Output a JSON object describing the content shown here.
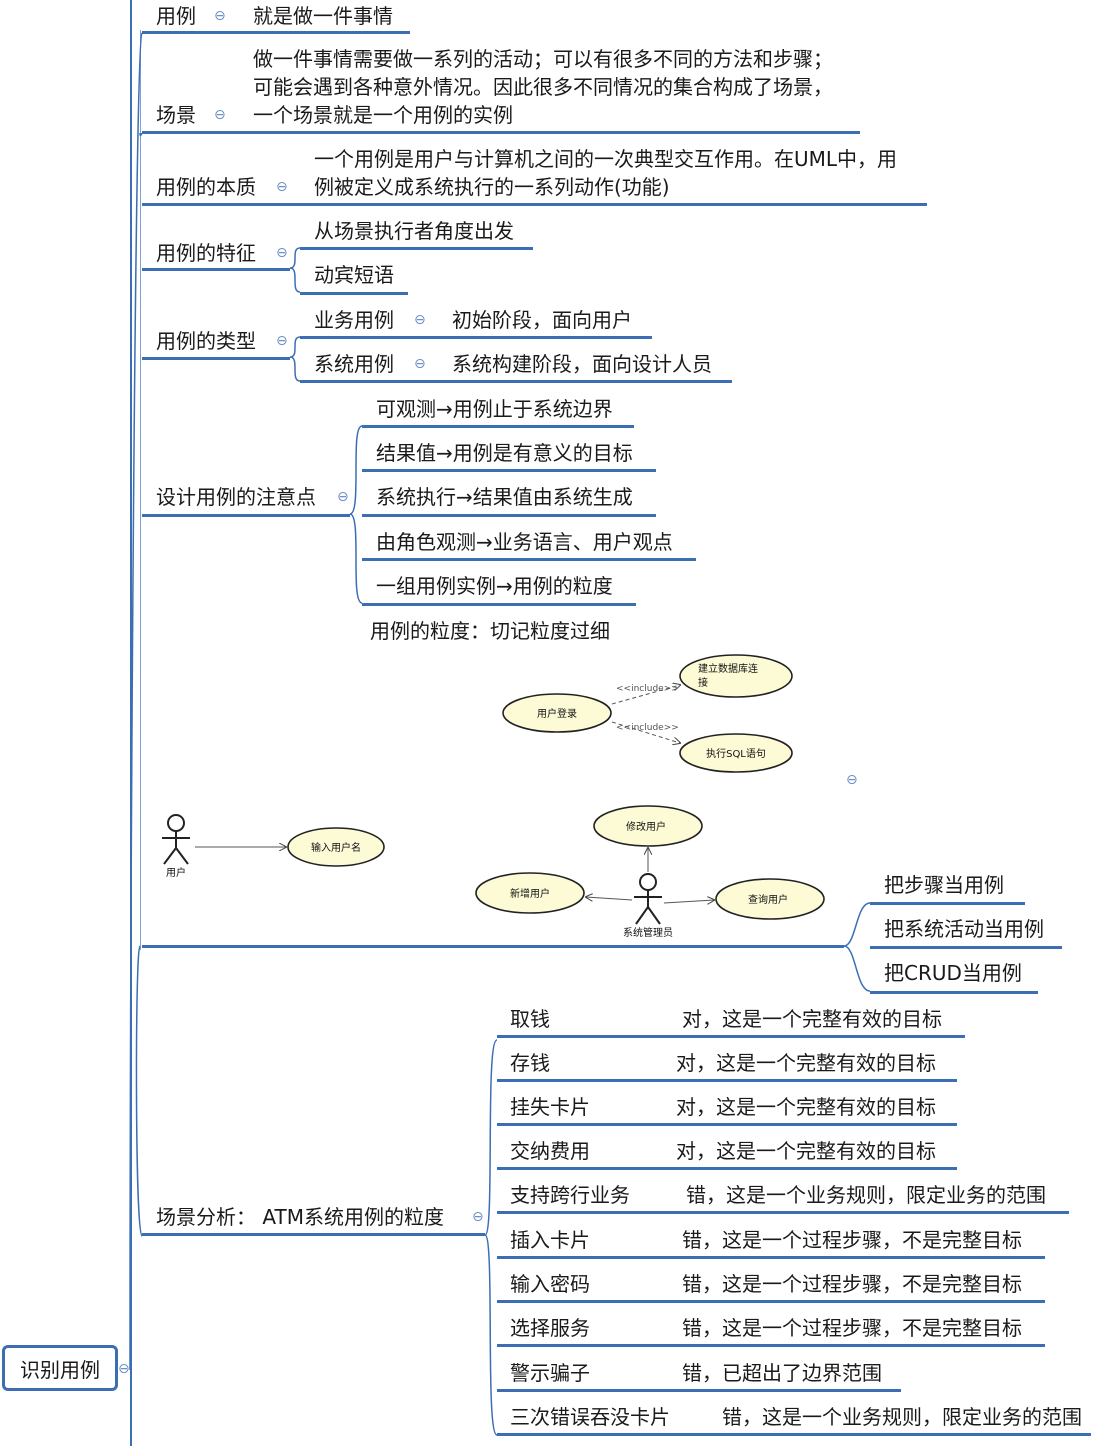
{
  "root": {
    "label": "识别用例"
  },
  "nodes": {
    "yongli": {
      "label": "用例",
      "child": "就是做一件事情"
    },
    "changjing": {
      "label": "场景",
      "lines": [
        "做一件事情需要做一系列的活动；可以有很多不同的方法和步骤；",
        "可能会遇到各种意外情况。因此很多不同情况的集合构成了场景，",
        "一个场景就是一个用例的实例"
      ]
    },
    "benzhi": {
      "label": "用例的本质",
      "lines": [
        "一个用例是用户与计算机之间的一次典型交互作用。在UML中，用",
        "例被定义成系统执行的一系列动作(功能)"
      ]
    },
    "tezheng": {
      "label": "用例的特征",
      "children": [
        "从场景执行者角度出发",
        "动宾短语"
      ]
    },
    "leixing": {
      "label": "用例的类型",
      "children": [
        {
          "label": "业务用例",
          "child": "初始阶段，面向用户"
        },
        {
          "label": "系统用例",
          "child": "系统构建阶段，面向设计人员"
        }
      ]
    },
    "zhuyi": {
      "label": "设计用例的注意点",
      "children": [
        "可观测→用例止于系统边界",
        "结果值→用例是有意义的目标",
        "系统执行→结果值由系统生成",
        "由角色观测→业务语言、用户观点",
        "一组用例实例→用例的粒度"
      ]
    },
    "lidu": {
      "label": "用例的粒度：切记粒度过细",
      "children": [
        "把步骤当用例",
        "把系统活动当用例",
        "把CRUD当用例"
      ]
    },
    "atm": {
      "label": "场景分析：  ATM系统用例的粒度",
      "rows": [
        {
          "name": "取钱",
          "verdict": "对，这是一个完整有效的目标"
        },
        {
          "name": "存钱",
          "verdict": "对，这是一个完整有效的目标"
        },
        {
          "name": "挂失卡片",
          "verdict": "对，这是一个完整有效的目标"
        },
        {
          "name": "交纳费用",
          "verdict": "对，这是一个完整有效的目标"
        },
        {
          "name": "支持跨行业务",
          "verdict": "错，这是一个业务规则，限定业务的范围"
        },
        {
          "name": "插入卡片",
          "verdict": "错，这是一个过程步骤，不是完整目标"
        },
        {
          "name": "输入密码",
          "verdict": "错，这是一个过程步骤，不是完整目标"
        },
        {
          "name": "选择服务",
          "verdict": "错，这是一个过程步骤，不是完整目标"
        },
        {
          "name": "警示骗子",
          "verdict": "错，已超出了边界范围"
        },
        {
          "name": "三次错误吞没卡片",
          "verdict": "错，这是一个业务规则，限定业务的范围"
        }
      ]
    }
  },
  "uml": {
    "login": "用户登录",
    "db": "建立数据库连接",
    "sql": "执行SQL语句",
    "include": "<<include>>",
    "user": "用户",
    "input_name": "输入用户名",
    "modify": "修改用户",
    "add": "新增用户",
    "query": "查询用户",
    "admin": "系统管理员"
  }
}
